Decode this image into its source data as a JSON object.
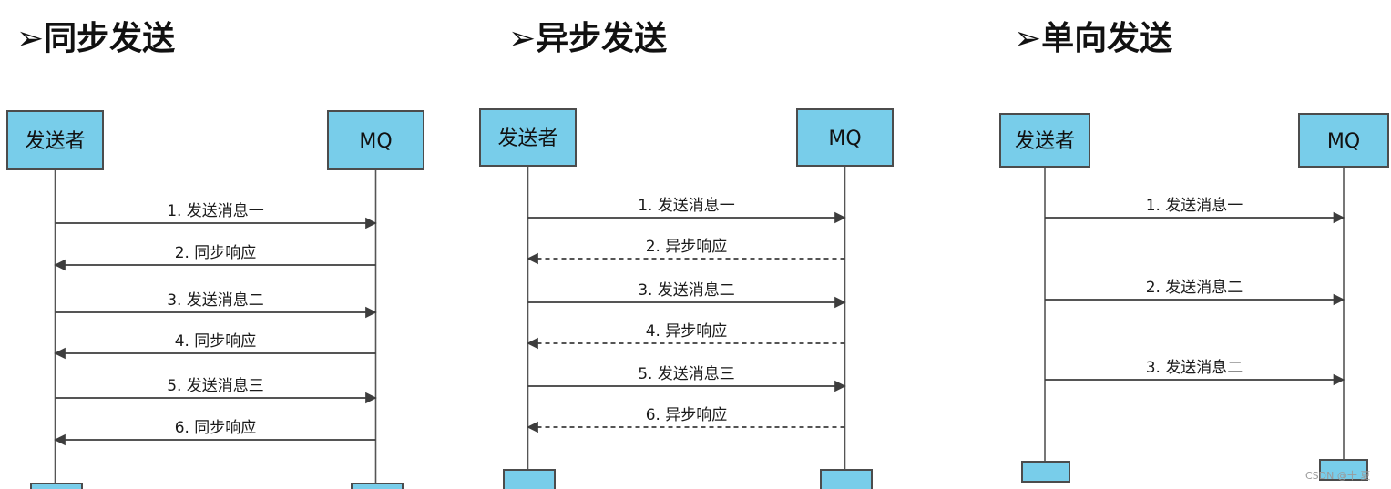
{
  "colors": {
    "actor_fill": "#78cdea",
    "actor_stroke": "#4c4c4c",
    "line": "#3d3d3d",
    "text": "#111111"
  },
  "diagrams": [
    {
      "title": "同步发送",
      "sender": "发送者",
      "receiver": "MQ",
      "messages": [
        {
          "label": "1. 发送消息一",
          "direction": "right",
          "style": "solid"
        },
        {
          "label": "2. 同步响应",
          "direction": "left",
          "style": "solid"
        },
        {
          "label": "3. 发送消息二",
          "direction": "right",
          "style": "solid"
        },
        {
          "label": "4. 同步响应",
          "direction": "left",
          "style": "solid"
        },
        {
          "label": "5. 发送消息三",
          "direction": "right",
          "style": "solid"
        },
        {
          "label": "6. 同步响应",
          "direction": "left",
          "style": "solid"
        }
      ]
    },
    {
      "title": "异步发送",
      "sender": "发送者",
      "receiver": "MQ",
      "messages": [
        {
          "label": "1. 发送消息一",
          "direction": "right",
          "style": "solid"
        },
        {
          "label": "2. 异步响应",
          "direction": "left",
          "style": "dashed"
        },
        {
          "label": "3. 发送消息二",
          "direction": "right",
          "style": "solid"
        },
        {
          "label": "4. 异步响应",
          "direction": "left",
          "style": "dashed"
        },
        {
          "label": "5. 发送消息三",
          "direction": "right",
          "style": "solid"
        },
        {
          "label": "6. 异步响应",
          "direction": "left",
          "style": "dashed"
        }
      ]
    },
    {
      "title": "单向发送",
      "sender": "发送者",
      "receiver": "MQ",
      "messages": [
        {
          "label": "1. 发送消息一",
          "direction": "right",
          "style": "solid"
        },
        {
          "label": "2. 发送消息二",
          "direction": "right",
          "style": "solid"
        },
        {
          "label": "3. 发送消息二",
          "direction": "right",
          "style": "solid"
        }
      ]
    }
  ],
  "watermark": "CSDN @十 夏"
}
